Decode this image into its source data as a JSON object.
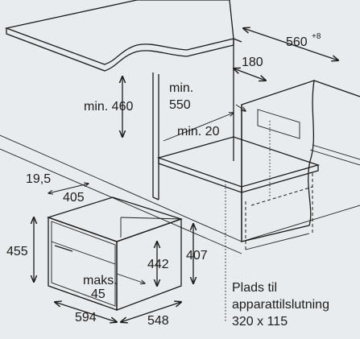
{
  "dimensions": {
    "width_niche": "560",
    "width_niche_tol": "+8",
    "depth_rear": "180",
    "height_niche": "min. 460",
    "depth_niche_a": "min.",
    "depth_niche_b": "550",
    "gap": "min. 20",
    "front_offset": "19,5",
    "front_depth": "405",
    "height_total": "455",
    "height_inner": "442",
    "height_door": "407",
    "max_a": "maks.",
    "max_b": "45",
    "width_total": "594",
    "depth_total": "548"
  },
  "note": {
    "line1": "Plads til",
    "line2": "apparattilslutning",
    "line3": "320 x 115"
  },
  "colors": {
    "background": "#e8ecee",
    "line": "#1c1c1c",
    "surface": "#ffffff"
  }
}
